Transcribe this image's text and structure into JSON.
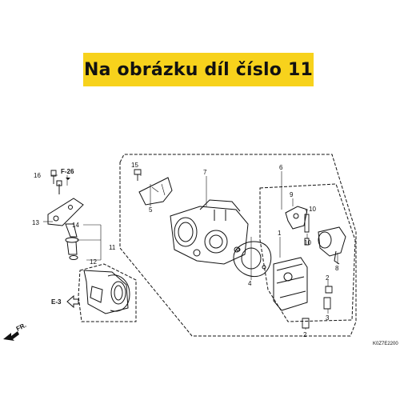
{
  "banner": {
    "title": "Na obrázku díl číslo 11"
  },
  "diagram": {
    "callouts": {
      "c1": "1",
      "c2a": "2",
      "c2b": "2",
      "c3": "3",
      "c4": "4",
      "c5": "5",
      "c6": "6",
      "c7": "7",
      "c8": "8",
      "c9": "9",
      "c10a": "10",
      "c10b": "10",
      "c11": "11",
      "c12": "12",
      "c13": "13",
      "c14": "14",
      "c15": "15",
      "c16": "16"
    },
    "refs": {
      "f26": "F-26",
      "e3": "E-3",
      "fr": "FR."
    },
    "code": "K0Z7E2200"
  }
}
